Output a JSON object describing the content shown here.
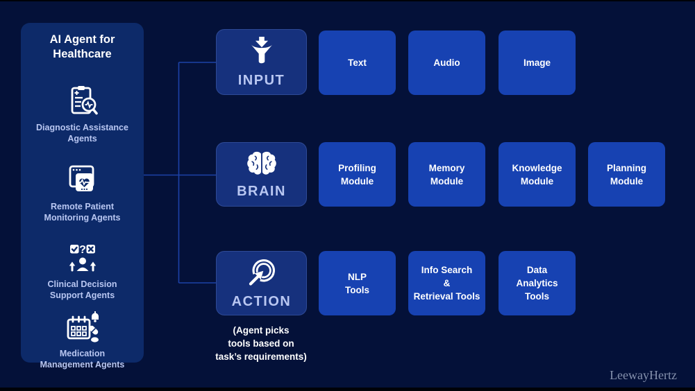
{
  "watermark": "LeewayHertz",
  "colors": {
    "background": "#041139",
    "sidebar_panel": "#0d2a69",
    "main_box": "#16317d",
    "module_box": "#1742b2",
    "connector_line": "#1d42a8",
    "light_label": "#b9c7f2",
    "text_white": "#ffffff",
    "watermark_text": "#8591ad"
  },
  "sidebar": {
    "title": [
      "AI Agent for",
      "Healthcare"
    ],
    "items": [
      {
        "icon": "diagnostic-report-magnifier-icon",
        "label": [
          "Diagnostic Assistance",
          "Agents"
        ]
      },
      {
        "icon": "remote-patient-monitor-icon",
        "label": [
          "Remote Patient",
          "Monitoring Agents"
        ]
      },
      {
        "icon": "clinical-decision-icon",
        "label": [
          "Clinical Decision",
          "Support Agents"
        ]
      },
      {
        "icon": "medication-calendar-icon",
        "label": [
          "Medication",
          "Management Agents"
        ]
      }
    ]
  },
  "rows": [
    {
      "label": "INPUT",
      "icon": "funnel-arrow-icon",
      "modules": [
        {
          "label": [
            "Text"
          ]
        },
        {
          "label": [
            "Audio"
          ]
        },
        {
          "label": [
            "Image"
          ]
        }
      ]
    },
    {
      "label": "BRAIN",
      "icon": "brain-icon",
      "modules": [
        {
          "label": [
            "Profiling",
            "Module"
          ]
        },
        {
          "label": [
            "Memory",
            "Module"
          ]
        },
        {
          "label": [
            "Knowledge",
            "Module"
          ]
        },
        {
          "label": [
            "Planning",
            "Module"
          ]
        }
      ]
    },
    {
      "label": "ACTION",
      "icon": "cursor-click-icon",
      "caption": [
        "(Agent picks",
        "tools based on",
        "task’s requirements)"
      ],
      "modules": [
        {
          "label": [
            "NLP",
            "Tools"
          ]
        },
        {
          "label": [
            "Info Search",
            "&",
            "Retrieval Tools"
          ]
        },
        {
          "label": [
            "Data",
            "Analytics",
            "Tools"
          ]
        }
      ]
    }
  ]
}
